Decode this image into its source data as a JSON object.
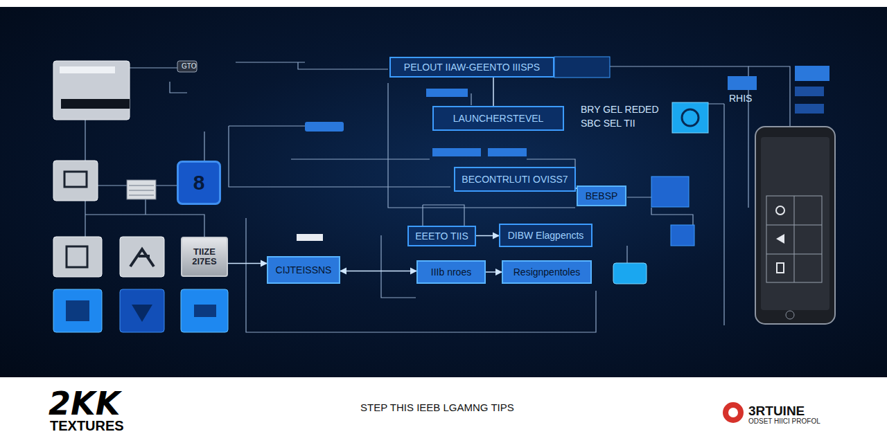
{
  "diagram": {
    "nodes": [
      {
        "text": [
          "PELOUT IIAW-GEENTO IIISPS"
        ]
      },
      {
        "text": [
          "LAUNCHERSTEVEL"
        ]
      },
      {
        "text": [
          "BECONTRLUTI OVISS7"
        ]
      },
      {
        "text": [
          "BEBSP"
        ]
      },
      {
        "text": [
          "EEETO TIIS"
        ]
      },
      {
        "text": [
          "DIBW Elagpencts"
        ]
      },
      {
        "text": [
          "CIJTEISSNS"
        ]
      },
      {
        "text": [
          "IIIb nroes"
        ]
      },
      {
        "text": [
          "Resignpentoles"
        ]
      },
      {
        "text": [
          "8"
        ]
      },
      {
        "text": [
          "TIIZE 2I7ES"
        ]
      }
    ],
    "edges": [
      {
        "from": 0,
        "to": 1,
        "arrow": "none"
      },
      {
        "from": 2,
        "to": 3,
        "arrow": "to"
      },
      {
        "from": 4,
        "to": 5,
        "arrow": "to"
      },
      {
        "from": 10,
        "to": 6,
        "arrow": "to"
      },
      {
        "from": 6,
        "to": 7,
        "arrow": "both"
      },
      {
        "from": 7,
        "to": 8,
        "arrow": "to"
      }
    ],
    "labels": [
      "GTO",
      "RHIS",
      "BRY GEL REDED",
      "SBC SEL TII",
      "2KK",
      "TEXTURES",
      "STEP THIS IEEB LGAMNG TIPS",
      "3RTUINE",
      "ODSET HIICI PROFOL"
    ]
  }
}
